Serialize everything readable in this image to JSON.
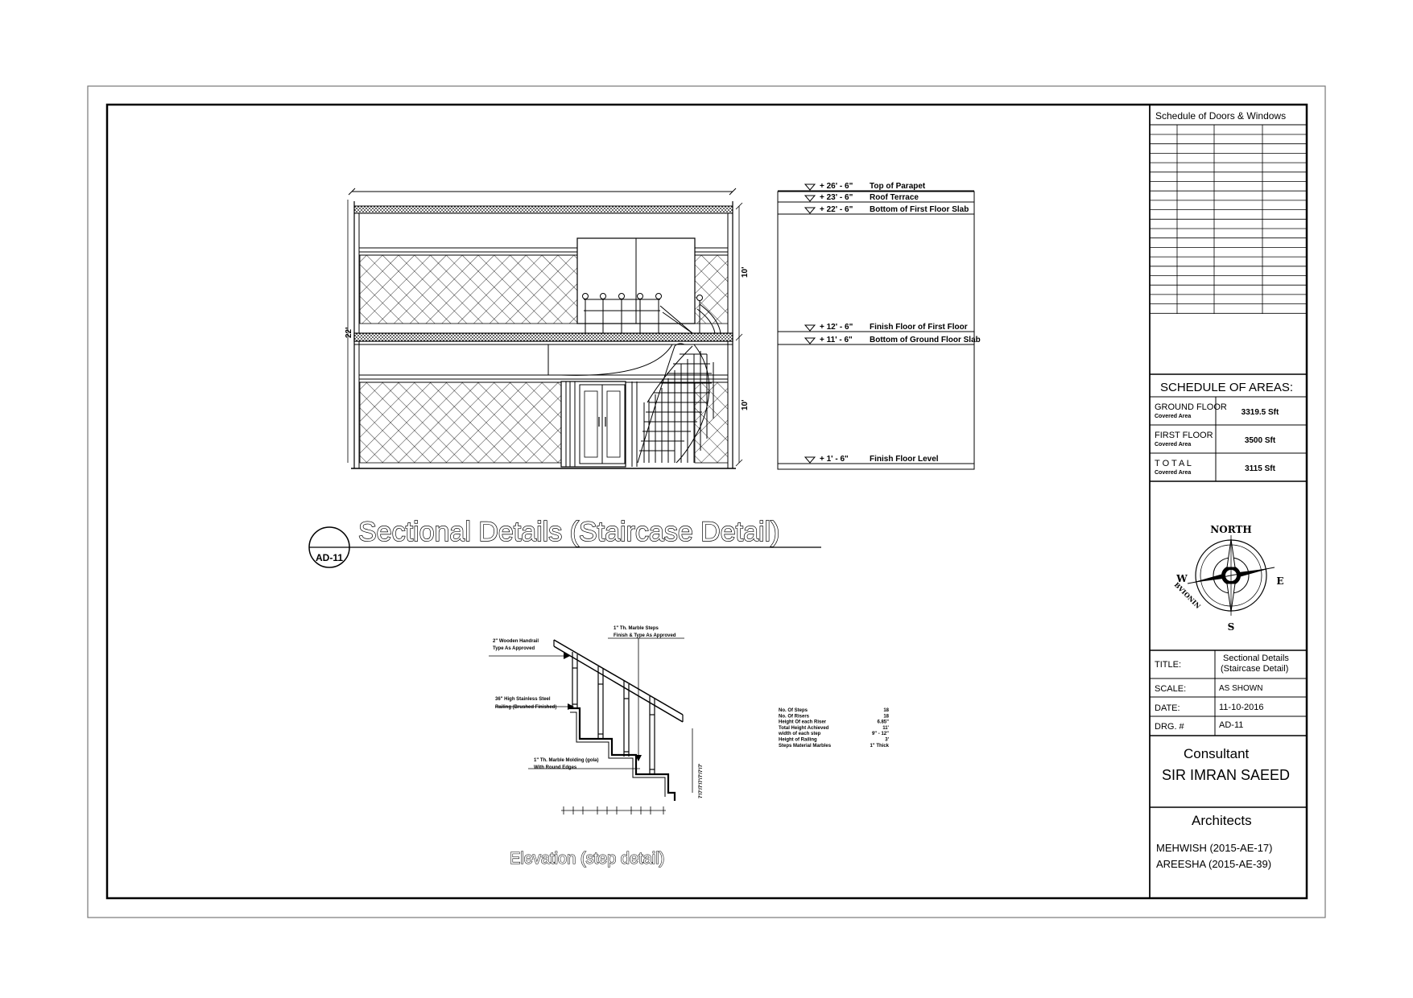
{
  "section": {
    "title": "Sectional Details (Staircase Detail)",
    "tag": "AD-11",
    "dimension_upper": "10'",
    "dimension_lower": "10'",
    "dimension_total": "22'",
    "levels": [
      {
        "value": "+ 26' - 6\"",
        "label": "Top of Parapet"
      },
      {
        "value": "+ 23' - 6\"",
        "label": "Roof Terrace"
      },
      {
        "value": "+ 22' - 6\"",
        "label": "Bottom of First Floor Slab"
      },
      {
        "value": "+ 12' - 6\"",
        "label": "Finish Floor of First Floor"
      },
      {
        "value": "+ 11' - 6\"",
        "label": "Bottom of Ground Floor Slab"
      },
      {
        "value": "+ 1' - 6\"",
        "label": "Finish Floor Level"
      }
    ]
  },
  "elevation": {
    "title": "Elevation (step detail)",
    "notes": {
      "handrail": [
        "2\" Wooden Handrail",
        "Type As Approved"
      ],
      "marble_steps": [
        "1\" Th. Marble Steps",
        "Finish & Type As Approved"
      ],
      "railing": [
        "36\" High Stainless Steel",
        "Railing (Brushed Finished)"
      ],
      "molding": [
        "1\" Th. Marble Molding (gola)",
        "With Round Edges"
      ]
    },
    "stair_data": [
      {
        "label": "No. Of Steps",
        "value": "18"
      },
      {
        "label": "No. Of Risers",
        "value": "18"
      },
      {
        "label": "Height Of each Riser",
        "value": "6.85\""
      },
      {
        "label": "Total Height Achieved",
        "value": "11'"
      },
      {
        "label": "width of each step",
        "value": "9\" - 12\""
      },
      {
        "label": "Height of Railing",
        "value": "3'"
      },
      {
        "label": "Steps Material Marbles",
        "value": "1\" Thick"
      }
    ]
  },
  "title_block": {
    "schedule_doors_title": "Schedule of Doors & Windows",
    "schedule_areas_title": "SCHEDULE OF AREAS:",
    "areas": [
      {
        "name": "GROUND FLOOR",
        "sub": "Covered Area",
        "value": "3319.5 Sft"
      },
      {
        "name": "FIRST FLOOR",
        "sub": "Covered Area",
        "value": "3500 Sft"
      },
      {
        "name": "T O T A L",
        "sub": "Covered Area",
        "value": "3115 Sft"
      }
    ],
    "compass": {
      "north": "NORTH",
      "south": "S",
      "east": "E",
      "west": "W",
      "badge": "BVIONIN"
    },
    "title_label": "TITLE:",
    "title_value_1": "Sectional Details",
    "title_value_2": "(Staircase Detail)",
    "scale_label": "SCALE:",
    "scale_value": "AS SHOWN",
    "date_label": "DATE:",
    "date_value": "11-10-2016",
    "drg_label": "DRG. #",
    "drg_value": "AD-11",
    "consultant_label": "Consultant",
    "consultant_name": "SIR IMRAN SAEED",
    "architects_label": "Architects",
    "architect_1": "MEHWISH (2015-AE-17)",
    "architect_2": "AREESHA (2015-AE-39)"
  }
}
